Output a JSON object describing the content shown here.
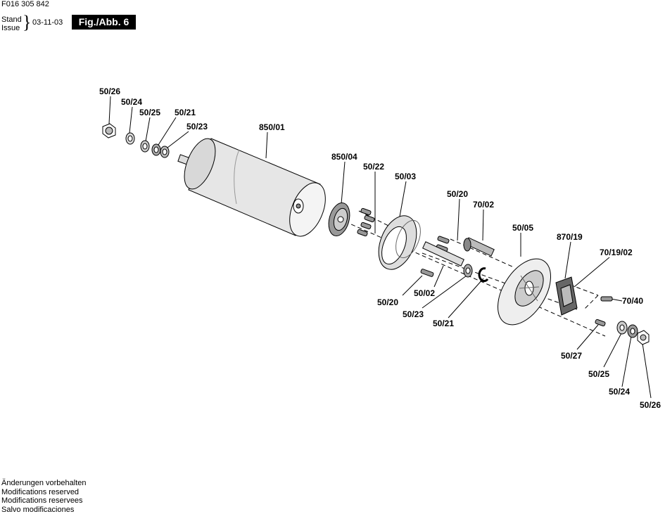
{
  "header": {
    "doc_number": "F016 305 842",
    "stand": "Stand",
    "issue": "Issue",
    "brace": "}",
    "date": "03-11-03",
    "figure": "Fig./Abb. 6"
  },
  "labels": {
    "l_50_26_a": "50/26",
    "l_50_24_a": "50/24",
    "l_50_25_a": "50/25",
    "l_50_21_a": "50/21",
    "l_50_23_a": "50/23",
    "l_850_01": "850/01",
    "l_850_04": "850/04",
    "l_50_22": "50/22",
    "l_50_03": "50/03",
    "l_50_20_a": "50/20",
    "l_70_02": "70/02",
    "l_50_05": "50/05",
    "l_870_19": "870/19",
    "l_70_19_02": "70/19/02",
    "l_70_40": "70/40",
    "l_50_20_b": "50/20",
    "l_50_02": "50/02",
    "l_50_23_b": "50/23",
    "l_50_21_b": "50/21",
    "l_50_27": "50/27",
    "l_50_25_b": "50/25",
    "l_50_24_b": "50/24",
    "l_50_26_b": "50/26"
  },
  "footer": {
    "lines": [
      "Änderungen vorbehalten",
      "Modifications reserved",
      "Modifications reservees",
      "Salvo modificaciones"
    ]
  }
}
